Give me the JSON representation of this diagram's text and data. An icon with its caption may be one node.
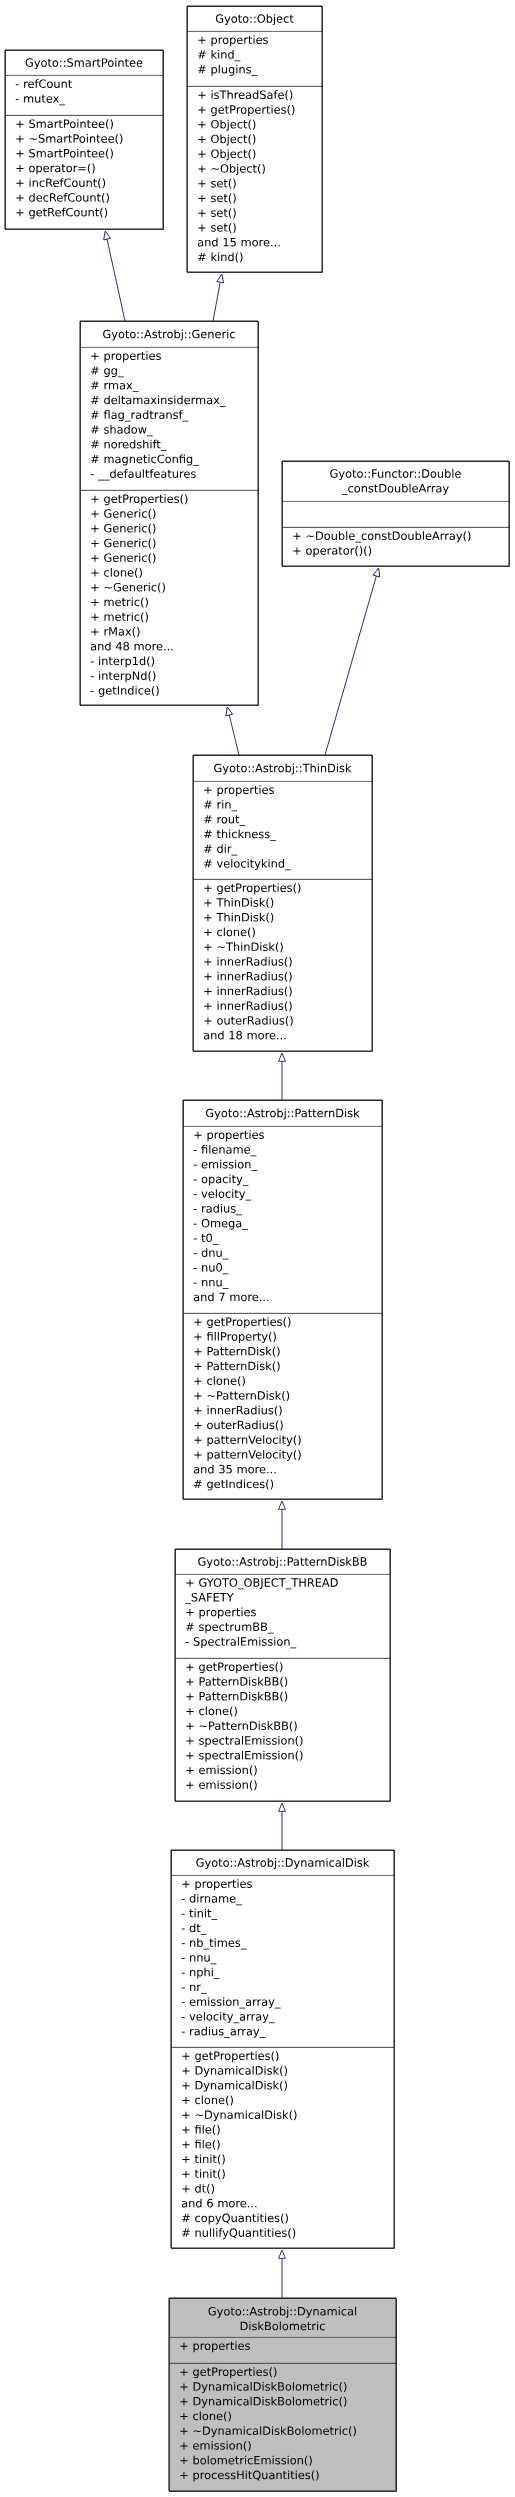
{
  "diagram": {
    "nodes": [
      {
        "text": [
          "Gyoto::Object"
        ]
      },
      {
        "text": [
          "+ properties",
          "# kind_",
          "# plugins_"
        ],
        "in": 0
      },
      {
        "text": [
          "+ isThreadSafe()",
          "+ getProperties()",
          "+ Object()",
          "+ Object()",
          "+ Object()",
          "+ ~Object()",
          "+ set()",
          "+ set()",
          "+ set()",
          "+ set()",
          "and 15 more...",
          "# kind()"
        ],
        "in": 0
      },
      {
        "text": [
          "Gyoto::SmartPointee"
        ]
      },
      {
        "text": [
          "- refCount",
          "- mutex_"
        ],
        "in": 3
      },
      {
        "text": [
          "+ SmartPointee()",
          "+ ~SmartPointee()",
          "+ SmartPointee()",
          "+ operator=()",
          "+ incRefCount()",
          "+ decRefCount()",
          "+ getRefCount()"
        ],
        "in": 3
      },
      {
        "text": [
          "Gyoto::Astrobj::Generic"
        ]
      },
      {
        "text": [
          "+ properties",
          "# gg_",
          "# rmax_",
          "# deltamaxinsidermax_",
          "# flag_radtransf_",
          "# shadow_",
          "# noredshift_",
          "# magneticConfig_",
          "- __defaultfeatures"
        ],
        "in": 6
      },
      {
        "text": [
          "+ getProperties()",
          "+ Generic()",
          "+ Generic()",
          "+ Generic()",
          "+ Generic()",
          "+ clone()",
          "+ ~Generic()",
          "+ metric()",
          "+ metric()",
          "+ rMax()",
          "and 48 more...",
          "- interp1d()",
          "- interpNd()",
          "- getIndice()"
        ],
        "in": 6
      },
      {
        "text": [
          "Gyoto::Functor::Double _constDoubleArray"
        ]
      },
      {
        "text": [],
        "shape": "box",
        "in": 9
      },
      {
        "text": [
          "+ ~Double_constDoubleArray()",
          "+ operator()()"
        ],
        "in": 9
      },
      {
        "text": [
          "Gyoto::Astrobj::ThinDisk"
        ]
      },
      {
        "text": [
          "+ properties",
          "# rin_",
          "# rout_",
          "# thickness_",
          "# dir_",
          "# velocitykind_"
        ],
        "in": 12
      },
      {
        "text": [
          "+ getProperties()",
          "+ ThinDisk()",
          "+ ThinDisk()",
          "+ clone()",
          "+ ~ThinDisk()",
          "+ innerRadius()",
          "+ innerRadius()",
          "+ innerRadius()",
          "+ innerRadius()",
          "+ outerRadius()",
          "and 18 more..."
        ],
        "in": 12
      },
      {
        "text": [
          "Gyoto::Astrobj::PatternDisk"
        ]
      },
      {
        "text": [
          "+ properties",
          "- filename_",
          "- emission_",
          "- opacity_",
          "- velocity_",
          "- radius_",
          "- Omega_",
          "- t0_",
          "- dnu_",
          "- nu0_",
          "- nnu_",
          "and 7 more..."
        ],
        "in": 15
      },
      {
        "text": [
          "+ getProperties()",
          "+ fillProperty()",
          "+ PatternDisk()",
          "+ PatternDisk()",
          "+ clone()",
          "+ ~PatternDisk()",
          "+ innerRadius()",
          "+ outerRadius()",
          "+ patternVelocity()",
          "+ patternVelocity()",
          "and 35 more...",
          "# getIndices()"
        ],
        "in": 15
      },
      {
        "text": [
          "Gyoto::Astrobj::PatternDiskBB"
        ]
      },
      {
        "text": [
          "+ GYOTO_OBJECT_THREAD _SAFETY",
          "+ properties",
          "# spectrumBB_",
          "- SpectralEmission_"
        ],
        "in": 18
      },
      {
        "text": [
          "+ getProperties()",
          "+ PatternDiskBB()",
          "+ PatternDiskBB()",
          "+ clone()",
          "+ ~PatternDiskBB()",
          "+ spectralEmission()",
          "+ spectralEmission()",
          "+ emission()",
          "+ emission()"
        ],
        "in": 18
      },
      {
        "text": [
          "Gyoto::Astrobj::DynamicalDisk"
        ]
      },
      {
        "text": [
          "+ properties",
          "- dirname_",
          "- tinit_",
          "- dt_",
          "- nb_times_",
          "- nnu_",
          "- nphi_",
          "- nr_",
          "- emission_array_",
          "- velocity_array_",
          "- radius_array_"
        ],
        "in": 21
      },
      {
        "text": [
          "+ getProperties()",
          "+ DynamicalDisk()",
          "+ DynamicalDisk()",
          "+ clone()",
          "+ ~DynamicalDisk()",
          "+ file()",
          "+ file()",
          "+ tinit()",
          "+ tinit()",
          "+ dt()",
          "and 6 more...",
          "# copyQuantities()",
          "# nullifyQuantities()"
        ],
        "in": 21
      },
      {
        "text": [
          "Gyoto::Astrobj::Dynamical DiskBolometric"
        ]
      },
      {
        "text": [
          "+ properties"
        ],
        "in": 24
      },
      {
        "text": [
          "+ getProperties()",
          "+ DynamicalDiskBolometric()",
          "+ DynamicalDiskBolometric()",
          "+ clone()",
          "+ ~DynamicalDiskBolometric()",
          "+ emission()",
          "+ bolometricEmission()",
          "+ processHitQuantities()"
        ],
        "in": 24
      }
    ],
    "edges": [
      {
        "from": 6,
        "to": 3,
        "arrow": "to"
      },
      {
        "from": 6,
        "to": 0,
        "arrow": "to"
      },
      {
        "from": 12,
        "to": 6,
        "arrow": "to"
      },
      {
        "from": 12,
        "to": 9,
        "arrow": "to"
      },
      {
        "from": 15,
        "to": 12,
        "arrow": "to"
      },
      {
        "from": 18,
        "to": 15,
        "arrow": "to"
      },
      {
        "from": 21,
        "to": 18,
        "arrow": "to"
      },
      {
        "from": 24,
        "to": 21,
        "arrow": "to"
      }
    ]
  }
}
